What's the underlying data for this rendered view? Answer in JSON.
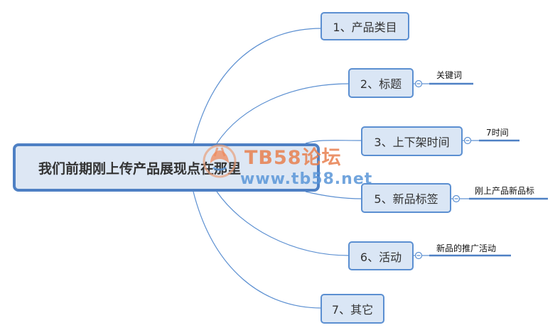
{
  "root": {
    "label": "我们前期刚上传产品展现点在那里"
  },
  "branches": [
    {
      "label": "1、产品类目"
    },
    {
      "label": "2、标题",
      "note": "关键词"
    },
    {
      "label": "3、上下架时间",
      "note": "7时间"
    },
    {
      "label": "5、新品标签",
      "note": "刚上产品新品标"
    },
    {
      "label": "6、活动",
      "note": "新品的推广活动"
    },
    {
      "label": "7、其它"
    }
  ],
  "watermark": {
    "title": "TB58论坛",
    "url": "www.tb58.net"
  },
  "colors": {
    "line": "#5b8fd1",
    "node_fill": "#dae6f5",
    "watermark_orange": "#e8804f",
    "watermark_blue": "#5a96d8"
  }
}
